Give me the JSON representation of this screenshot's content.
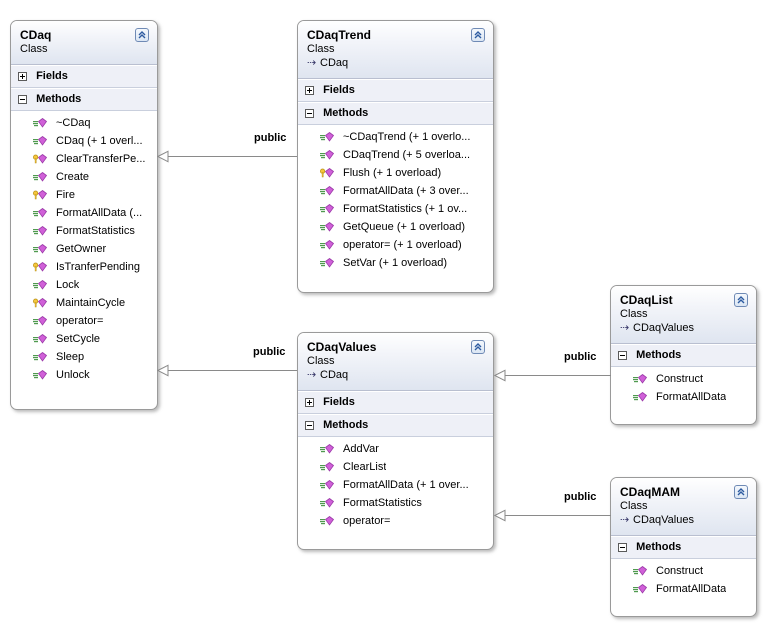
{
  "diagram": {
    "type": "uml-class-diagram",
    "background": "#ffffff",
    "accent_border": "#9a9a9a",
    "header_gradient_top": "#ffffff",
    "header_gradient_bottom": "#dfe5f0",
    "section_background": "#eef0f7",
    "connector_color": "#8a8a8a",
    "method_icon_color": "#d060d8",
    "key_icon_color": "#f5c63c"
  },
  "classes": [
    {
      "id": "cdaq",
      "name": "CDaq",
      "kind": "Class",
      "base": "",
      "chevron": "collapse-chevron",
      "sections": [
        {
          "label": "Fields",
          "state": "collapsed",
          "members": []
        },
        {
          "label": "Methods",
          "state": "expanded",
          "members": [
            {
              "label": "~CDaq",
              "icon": "method-icon"
            },
            {
              "label": "CDaq (+ 1 overl...",
              "icon": "method-icon"
            },
            {
              "label": "ClearTransferPe...",
              "icon": "method-key-icon"
            },
            {
              "label": "Create",
              "icon": "method-icon"
            },
            {
              "label": "Fire",
              "icon": "method-key-icon"
            },
            {
              "label": "FormatAllData (...",
              "icon": "method-icon"
            },
            {
              "label": "FormatStatistics",
              "icon": "method-icon"
            },
            {
              "label": "GetOwner",
              "icon": "method-icon"
            },
            {
              "label": "IsTranferPending",
              "icon": "method-key-icon"
            },
            {
              "label": "Lock",
              "icon": "method-icon"
            },
            {
              "label": "MaintainCycle",
              "icon": "method-key-icon"
            },
            {
              "label": "operator=",
              "icon": "method-icon"
            },
            {
              "label": "SetCycle",
              "icon": "method-icon"
            },
            {
              "label": "Sleep",
              "icon": "method-icon"
            },
            {
              "label": "Unlock",
              "icon": "method-icon"
            }
          ]
        }
      ]
    },
    {
      "id": "cdaqtrend",
      "name": "CDaqTrend",
      "kind": "Class",
      "base": "CDaq",
      "chevron": "collapse-chevron",
      "sections": [
        {
          "label": "Fields",
          "state": "collapsed",
          "members": []
        },
        {
          "label": "Methods",
          "state": "expanded",
          "members": [
            {
              "label": "~CDaqTrend (+ 1 overlo...",
              "icon": "method-icon"
            },
            {
              "label": "CDaqTrend (+ 5 overloa...",
              "icon": "method-icon"
            },
            {
              "label": "Flush (+ 1 overload)",
              "icon": "method-key-icon"
            },
            {
              "label": "FormatAllData (+ 3 over...",
              "icon": "method-icon"
            },
            {
              "label": "FormatStatistics (+ 1 ov...",
              "icon": "method-icon"
            },
            {
              "label": "GetQueue (+ 1 overload)",
              "icon": "method-icon"
            },
            {
              "label": "operator= (+ 1 overload)",
              "icon": "method-icon"
            },
            {
              "label": "SetVar (+ 1 overload)",
              "icon": "method-icon"
            }
          ]
        }
      ]
    },
    {
      "id": "cdaqvalues",
      "name": "CDaqValues",
      "kind": "Class",
      "base": "CDaq",
      "chevron": "collapse-chevron",
      "sections": [
        {
          "label": "Fields",
          "state": "collapsed",
          "members": []
        },
        {
          "label": "Methods",
          "state": "expanded",
          "members": [
            {
              "label": "AddVar",
              "icon": "method-icon"
            },
            {
              "label": "ClearList",
              "icon": "method-icon"
            },
            {
              "label": "FormatAllData (+ 1 over...",
              "icon": "method-icon"
            },
            {
              "label": "FormatStatistics",
              "icon": "method-icon"
            },
            {
              "label": "operator=",
              "icon": "method-icon"
            }
          ]
        }
      ]
    },
    {
      "id": "cdaqlist",
      "name": "CDaqList",
      "kind": "Class",
      "base": "CDaqValues",
      "chevron": "collapse-chevron",
      "sections": [
        {
          "label": "Methods",
          "state": "expanded",
          "members": [
            {
              "label": "Construct",
              "icon": "method-icon"
            },
            {
              "label": "FormatAllData",
              "icon": "method-icon"
            }
          ]
        }
      ]
    },
    {
      "id": "cdaqmam",
      "name": "CDaqMAM",
      "kind": "Class",
      "base": "CDaqValues",
      "chevron": "collapse-chevron",
      "sections": [
        {
          "label": "Methods",
          "state": "expanded",
          "members": [
            {
              "label": "Construct",
              "icon": "method-icon"
            },
            {
              "label": "FormatAllData",
              "icon": "method-icon"
            }
          ]
        }
      ]
    }
  ],
  "connectors": [
    {
      "id": "trend-to-cdaq",
      "label": "public",
      "from": "CDaqTrend",
      "to": "CDaq",
      "kind": "inheritance"
    },
    {
      "id": "values-to-cdaq",
      "label": "public",
      "from": "CDaqValues",
      "to": "CDaq",
      "kind": "inheritance"
    },
    {
      "id": "list-to-values",
      "label": "public",
      "from": "CDaqList",
      "to": "CDaqValues",
      "kind": "inheritance"
    },
    {
      "id": "mam-to-values",
      "label": "public",
      "from": "CDaqMAM",
      "to": "CDaqValues",
      "kind": "inheritance"
    }
  ]
}
